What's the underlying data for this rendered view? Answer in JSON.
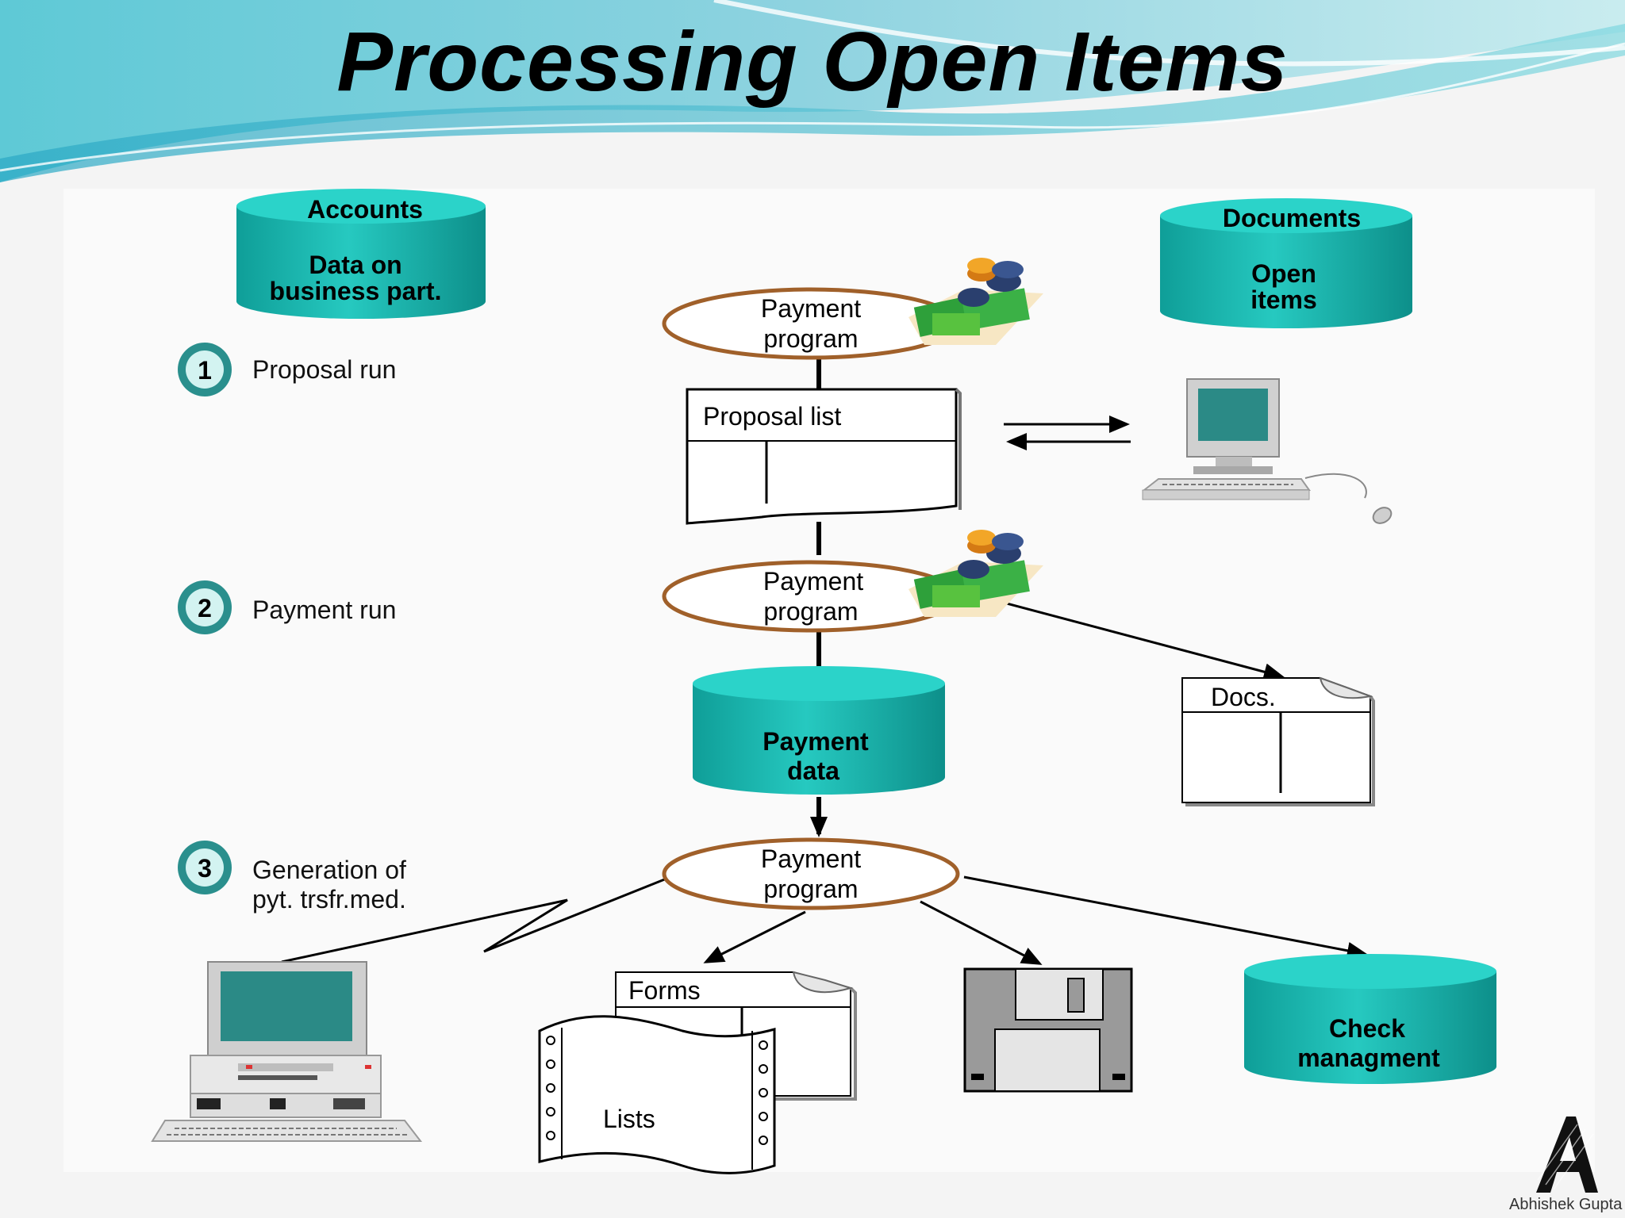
{
  "title": "Processing Open Items",
  "steps": [
    {
      "number": "1",
      "label": "Proposal run"
    },
    {
      "number": "2",
      "label": "Payment run"
    },
    {
      "number": "3",
      "label_line1": "Generation of",
      "label_line2": "pyt. trsfr.med."
    }
  ],
  "databases": {
    "accounts": {
      "line1": "Accounts",
      "line2": "Data on",
      "line3": "business part."
    },
    "documents": {
      "line1": "Documents",
      "line2": "Open",
      "line3": "items"
    },
    "payment_data": {
      "line1": "Payment",
      "line2": "data"
    },
    "check_mgmt": {
      "line1": "Check",
      "line2": "managment"
    }
  },
  "payment_program": {
    "line1": "Payment",
    "line2": "program"
  },
  "proposal_list": "Proposal list",
  "docs": "Docs.",
  "forms": "Forms",
  "lists": "Lists",
  "watermark": "Abhishek Gupta",
  "colors": {
    "teal": "#1fb8b0",
    "ellipse_stroke": "#a0602a"
  }
}
